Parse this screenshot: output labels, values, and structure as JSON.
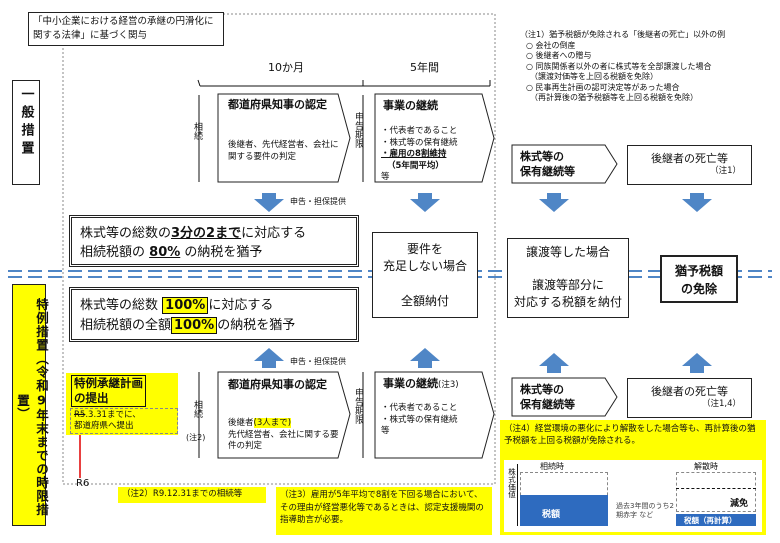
{
  "basis_note": "「中小企業における経営の承継の円滑化に関する法律」に基づく関与",
  "col_labels": {
    "ten_months": "10か月",
    "five_years": "5年間"
  },
  "ippan": {
    "label": "一般措置",
    "inherit_label": "相続",
    "gov_title": "都道府県知事の認定",
    "gov_body": "後継者、先代経営者、会社に関する要件の判定",
    "report_label": "申告期限",
    "cont_title": "事業の継続",
    "cont_items": [
      "・代表者であること",
      "・株式等の保有継続",
      "・雇用の8割維持",
      "（5年間平均）",
      "等"
    ],
    "filing_label": "申告・担保提供",
    "summary_line1_a": "株式等の総数の",
    "summary_line1_hl": "3分の2まで",
    "summary_line1_b": "に対応する",
    "summary_line2_a": "相続税額の",
    "summary_line2_hl": "80%",
    "summary_line2_b": "の納税を猶予"
  },
  "middle": {
    "fail_line1": "要件を",
    "fail_line2": "充足しない場合",
    "fail_line3": "全額納付",
    "transfer_line1": "譲渡等した場合",
    "transfer_line2": "譲渡等部分に",
    "transfer_line3": "対応する税額を納付",
    "exempt_line1": "猶予税額",
    "exempt_line2": "の免除"
  },
  "right_top": {
    "note_title": "（注1）猶予税額が免除される「後継者の死亡」以外の例",
    "note_items": [
      "○ 会社の倒産",
      "○ 後継者への贈与",
      "○ 同族関係者以外の者に株式等を全部譲渡した場合",
      "　（譲渡対価等を上回る税額を免除）",
      "○ 民事再生計画の認可決定等があった場合",
      "　（再計算後の猶予税額等を上回る税額を免除）"
    ],
    "hold_label_1": "株式等の",
    "hold_label_2": "保有継続等",
    "death_label": "後継者の死亡等",
    "death_note": "（注1）"
  },
  "tokurei": {
    "label": "特例措置（令和9年末までの時限措置）",
    "summary_line1_a": "株式等の総数",
    "summary_line1_hl": "100%",
    "summary_line1_b": "に対応する",
    "summary_line2_a": "相続税額の全額",
    "summary_line2_hl": "100%",
    "summary_line2_b": "の納税を猶予",
    "filing_label": "申告・担保提供",
    "plan_title_1": "特例承継計画",
    "plan_title_2": "の提出",
    "plan_old": "R5",
    "plan_body_1": ".3.31までに、",
    "plan_body_2": "都道府県へ提出",
    "r6_label": "R6",
    "inherit_label": "相続",
    "inherit_note": "(注2)",
    "gov_title": "都道府県知事の認定",
    "gov_body_a": "後継者",
    "gov_body_hl": "(3人まで)",
    "gov_body_b": "先代経営者、会社に関する要件の判定",
    "report_label": "申告期限",
    "cont_title": "事業の継続",
    "cont_note": "(注3)",
    "cont_items": [
      "・代表者であること",
      "・株式等の保有継続",
      "等"
    ],
    "hold_label_1": "株式等の",
    "hold_label_2": "保有継続等",
    "death_label": "後継者の死亡等",
    "death_note": "（注1,4）"
  },
  "notes": {
    "note2": "（注2）R9.12.31までの相続等",
    "note3": "（注3）雇用が5年平均で8割を下回る場合において、その理由が経営悪化等であるときは、認定支援機関の指導助言が必要。",
    "note4": "（注4）経営環境の悪化により解散をした場合等も、再計算後の猶予税額を上回る税額が免除される。"
  },
  "mini_chart": {
    "left_label": "相続時",
    "right_label": "解散時",
    "yaxis": "株式価値",
    "tax_label": "税額",
    "arrow_label": "過去3年間のうち2期赤字 など",
    "exempt_label": "減免",
    "recalc_label": "税額（再計算）"
  },
  "colors": {
    "arrow": "#4f86c6",
    "yellow": "#ffff00",
    "blue": "#2e6bbf",
    "red": "#e00000"
  }
}
